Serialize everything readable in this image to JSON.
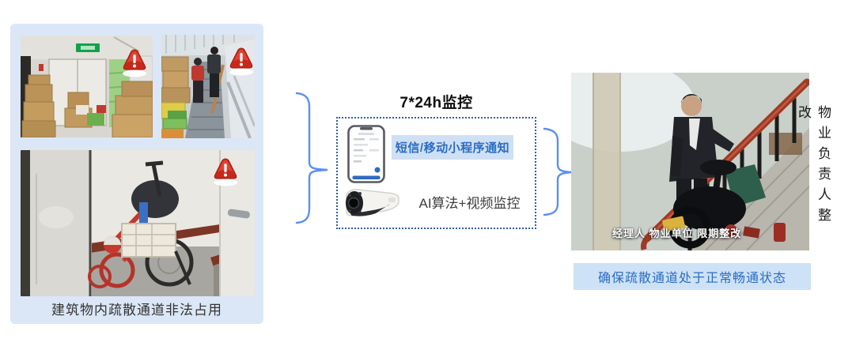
{
  "colors": {
    "panel_bg": "#dbe7f7",
    "dashed_border": "#2b5da9",
    "highlight_bg": "#cfe0f4",
    "accent_blue_text": "#2b6cc4",
    "brace_blue": "#5b8ff2",
    "warning_red": "#c8281a",
    "handrail_red": "#9e3a26"
  },
  "problem_panel": {
    "caption": "建筑物内疏散通道非法占用",
    "warning_icon": "warning-triangle-marker"
  },
  "monitoring": {
    "title": "7*24h监控",
    "notification_label": "短信/移动小程序通知",
    "ai_label": "AI算法+视频监控",
    "phone_icon": "smartphone-app-icon",
    "camera_icon": "surveillance-camera-icon"
  },
  "rectification": {
    "video_caption": "经理人 物业单位 限期整改",
    "side_label": "物业负责人整改",
    "result_label": "确保疏散通道处于正常畅通状态"
  }
}
